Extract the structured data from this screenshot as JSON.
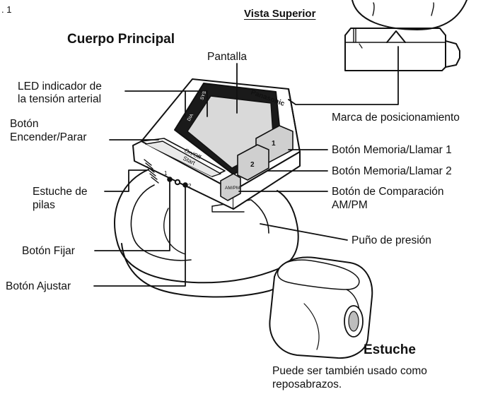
{
  "figure_number": ". 1",
  "titles": {
    "main_body": "Cuerpo Principal",
    "top_view": "Vista Superior",
    "case": "Estuche"
  },
  "labels": {
    "screen": "Pantalla",
    "led_line1": "LED indicador de",
    "led_line2": "la tensión arterial",
    "power_line1": "Botón",
    "power_line2": "Encender/Parar",
    "battery_line1": "Estuche de",
    "battery_line2": "pilas",
    "set_button": "Botón Fijar",
    "adjust_button": "Botón Ajustar",
    "position_mark": "Marca de posicionamiento",
    "memory1": "Botón Memoria/Llamar 1",
    "memory2": "Botón Memoria/Llamar 2",
    "compare_line1": "Botón de Comparación",
    "compare_line2": "AM/PM",
    "cuff": "Puño de presión"
  },
  "device_text": {
    "brand": "Panasonic",
    "power_line1": "On/Off",
    "power_line2": "Start",
    "sys": "SYS",
    "dia": "DIA",
    "mem1": "1",
    "mem2": "2",
    "set_mark": "1",
    "adjust_mark": "2",
    "compare": "AM/PM"
  },
  "case_note_line1": "Puede ser también usado como",
  "case_note_line2": "reposabrazos."
}
